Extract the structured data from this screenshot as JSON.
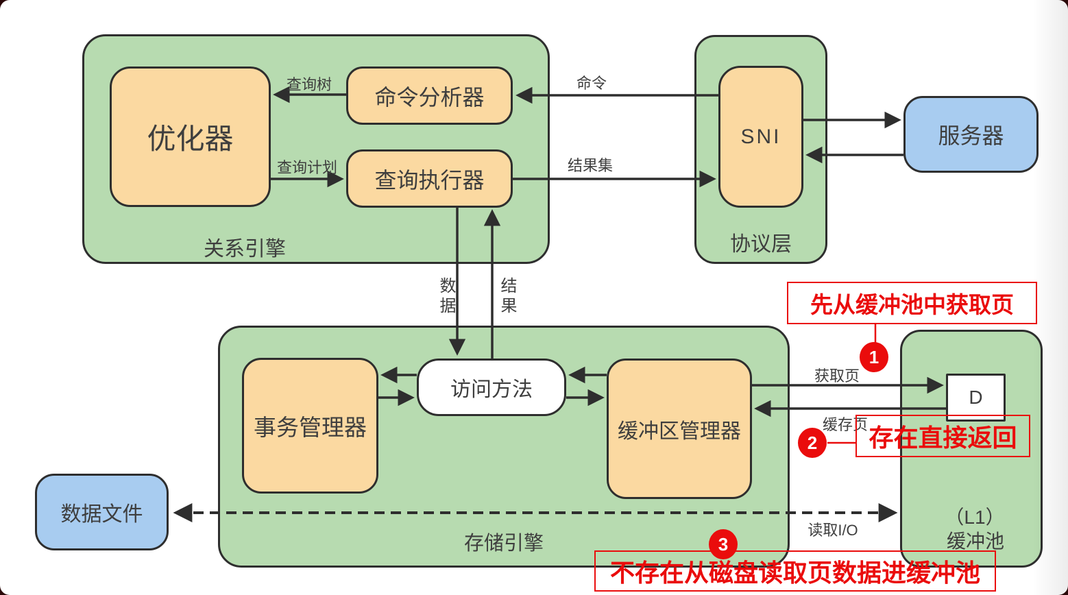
{
  "diagram": {
    "containers": {
      "relational_engine": {
        "label": "关系引擎"
      },
      "protocol_layer": {
        "label": "协议层"
      },
      "storage_engine": {
        "label": "存储引擎"
      },
      "buffer_pool": {
        "label_line1": "（L1）",
        "label_line2": "缓冲池"
      }
    },
    "nodes": {
      "optimizer": {
        "label": "优化器"
      },
      "command_parser": {
        "label": "命令分析器"
      },
      "query_executor": {
        "label": "查询执行器"
      },
      "sni": {
        "label": "SNI"
      },
      "server": {
        "label": "服务器"
      },
      "transaction_manager": {
        "label": "事务管理器"
      },
      "access_methods": {
        "label": "访问方法"
      },
      "buffer_manager": {
        "label": "缓冲区管理器"
      },
      "data_files": {
        "label": "数据文件"
      },
      "page_d": {
        "label": "D"
      }
    },
    "edge_labels": {
      "query_tree": "查询树",
      "query_plan": "查询计划",
      "command": "命令",
      "result_set": "结果集",
      "data": "数据",
      "result": "结果",
      "get_page": "获取页",
      "cache_page": "缓存页",
      "read_io": "读取I/O"
    },
    "annotations": {
      "step1": {
        "number": "1",
        "text": "先从缓冲池中获取页"
      },
      "step2": {
        "number": "2",
        "text": "存在直接返回"
      },
      "step3": {
        "number": "3",
        "text": "不存在从磁盘读取页数据进缓冲池"
      }
    },
    "colors": {
      "container_green": "#b7dbb0",
      "node_orange": "#fbd9a1",
      "node_blue": "#a8ccf0",
      "node_white": "#ffffff",
      "border_dark": "#2e2e2e",
      "annotation_red": "#ea0c0c",
      "label_gray": "#3e3e3e"
    }
  }
}
